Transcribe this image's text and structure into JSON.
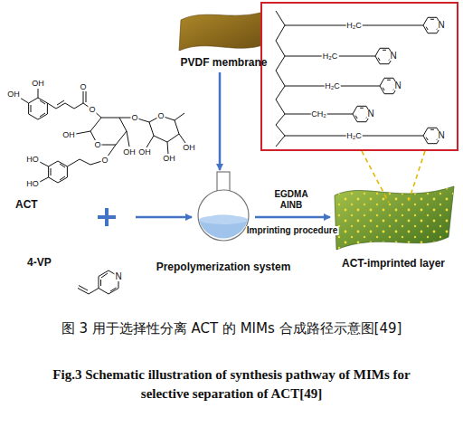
{
  "diagram": {
    "caption": "图 3  用于选择性分离 ACT 的 MIMs 合成路径示意图[49]",
    "nodes": [
      {
        "text": [
          "ACT"
        ]
      },
      {
        "text": [
          "4-VP"
        ]
      },
      {
        "text": [
          "PVDF membrane"
        ]
      },
      {
        "text": [
          "Prepolymerization system"
        ]
      },
      {
        "text": [
          "ACT-imprinted layer"
        ]
      }
    ],
    "edges": [
      {
        "from": 0,
        "to": 3,
        "arrow": "to"
      },
      {
        "from": 2,
        "to": 3,
        "arrow": "to"
      },
      {
        "from": 3,
        "to": 4,
        "arrow": "to",
        "label": "EGDMA AINB"
      }
    ],
    "labels": [
      "OH",
      "OH",
      "O",
      "O",
      "OH",
      "O",
      "O",
      "O",
      "OH",
      "OH",
      "OH",
      "OH",
      "O",
      "HO",
      "HO",
      "N",
      "N",
      "N",
      "N",
      "N",
      "N",
      "H₂C",
      "H₂C",
      "H₂C",
      "CH₂",
      "H₂C",
      "Imprinting procedure",
      "Fig.3  Schematic illustration of synthesis pathway of MIMs for selective separation of ACT[49]"
    ]
  }
}
